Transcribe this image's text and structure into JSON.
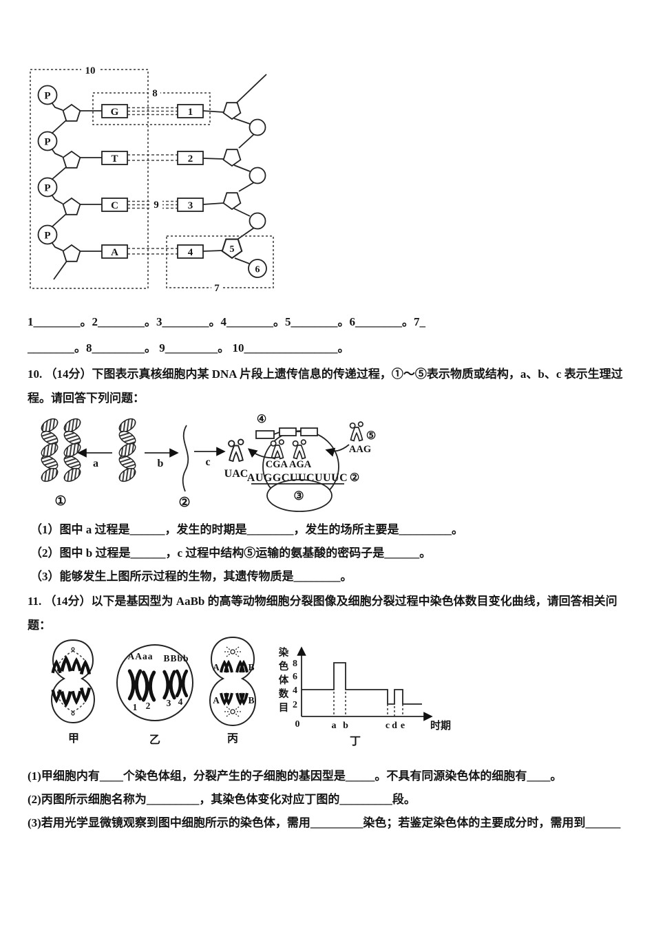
{
  "colors": {
    "paper": "#ffffff",
    "ink": "#151515"
  },
  "dna_figure": {
    "phosphate": "P",
    "bases_left": [
      "G",
      "T",
      "C",
      "A"
    ],
    "bases_right": [
      "1",
      "2",
      "3",
      "4"
    ],
    "sugar_right": "5",
    "phosphate_right": "6",
    "nucleotide_box": "7",
    "base_pair_box": "8",
    "hydrogen_bond": "9",
    "strand_box": "10"
  },
  "answer_blanks": {
    "line1": "1________。2________。3________。4________。5________。6________。7_",
    "line2": "________。8_________。 9_________。 10________________。"
  },
  "q10": {
    "stem": "10. （14分）下图表示真核细胞内某 DNA 片段上遗传信息的传递过程，①～⑤表示物质或结构，a、b、c 表示生理过程。请回答下列问题：",
    "figure": {
      "helix_label": "①",
      "rna_label": "②",
      "process_a": "a",
      "process_b": "b",
      "process_c": "c",
      "anticodon_exit": "UAC",
      "anticodon_pair": "CGA AGA",
      "anticodon_incoming": "AAG",
      "mrna_seq": "AUGGCUUCUUUC",
      "mrna_label": "②",
      "ribosome_small_label": "③",
      "peptide_label": "④",
      "trna_label": "⑤"
    },
    "sub1": "（1）图中 a 过程是______，发生的时期是________，发生的场所主要是_________。",
    "sub2": "（2）图中 b 过程是______，c 过程中结构⑤运输的氨基酸的密码子是______。",
    "sub3": "（3）能够发生上图所示过程的生物，其遗传物质是________。"
  },
  "q11": {
    "stem": "11. （14分）以下是基因型为 AaBb 的高等动物细胞分裂图像及细胞分裂过程中染色体数目变化曲线，请回答相关问题：",
    "fig_jia": {
      "caption": "甲"
    },
    "fig_yi": {
      "caption": "乙",
      "alleles_left": "AAaa",
      "alleles_right": "BBbb",
      "num1": "1",
      "num2": "2",
      "num3": "3",
      "num4": "4"
    },
    "fig_bing": {
      "caption": "丙",
      "top_left": "A",
      "top_right": "B",
      "bottom_left": "A",
      "bottom_right": "B"
    },
    "sub1": "(1)甲细胞内有____个染色体组，分裂产生的子细胞的基因型是_____。不具有同源染色体的细胞有____。",
    "sub2": "(2)丙图所示细胞名称为_________，其染色体变化对应丁图的_________段。",
    "sub3": "(3)若用光学显微镜观察到图中细胞所示的染色体，需用_________染色；若鉴定染色体的主要成分时，需用到______"
  },
  "chart_data": {
    "type": "line",
    "caption": "丁",
    "ylabel": "染色体数目",
    "ylabel_chars": [
      "染",
      "色",
      "体",
      "数",
      "目"
    ],
    "xlabel": "时期",
    "origin": "0",
    "yticks": [
      "8",
      "6",
      "4",
      "2"
    ],
    "xticks": [
      "a",
      "b",
      "c",
      "d",
      "e"
    ],
    "ylim": [
      0,
      9
    ],
    "grid": false,
    "segments": [
      {
        "from": "0",
        "to": "a",
        "value": 4
      },
      {
        "from": "a",
        "to": "b",
        "value": 8
      },
      {
        "from": "b",
        "to": "c",
        "value": 4
      },
      {
        "from": "c",
        "to": "d",
        "value": 2
      },
      {
        "from": "d",
        "to": "e",
        "value": 4
      },
      {
        "from": "e",
        "to": "end",
        "value": 2
      }
    ]
  }
}
